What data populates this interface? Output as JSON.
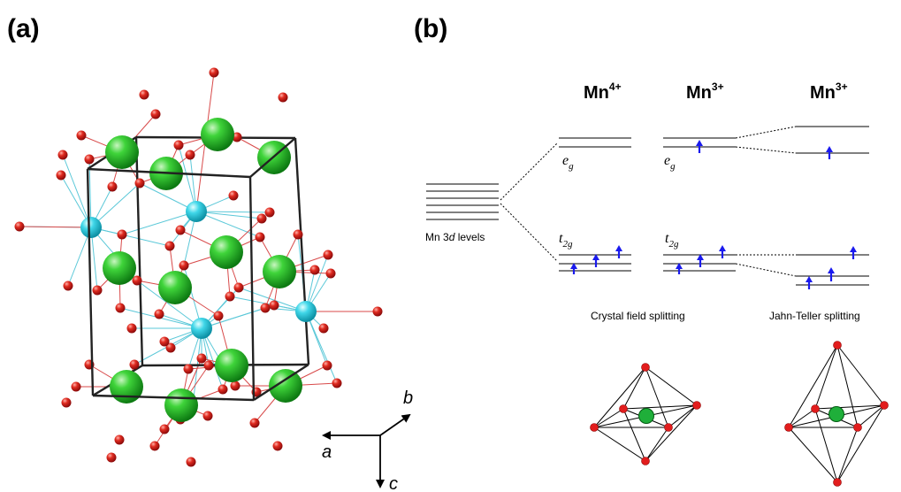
{
  "panel_a": {
    "label": "(a)",
    "axes": {
      "b": "b",
      "a": "a",
      "c": "c"
    }
  },
  "panel_b": {
    "label": "(b)",
    "ions": [
      {
        "base": "Mn",
        "charge": "4+"
      },
      {
        "base": "Mn",
        "charge": "3+"
      },
      {
        "base": "Mn",
        "charge": "3+"
      }
    ],
    "mn3d_label_prefix": "Mn 3",
    "mn3d_label_italic": "d",
    "mn3d_label_suffix": " levels",
    "eg_main": "e",
    "eg_sub": "g",
    "t2g_main": "t",
    "t2g_sub": "2g",
    "crystal_field_label": "Crystal field splitting",
    "jahn_teller_label": "Jahn-Teller splitting"
  },
  "colors": {
    "mn_atom": "#22b14c",
    "o_atom": "#d81d1d",
    "ca_atom": "#33ccdd",
    "spin_arrow": "#1a1aee",
    "cell_edge": "#222222"
  }
}
